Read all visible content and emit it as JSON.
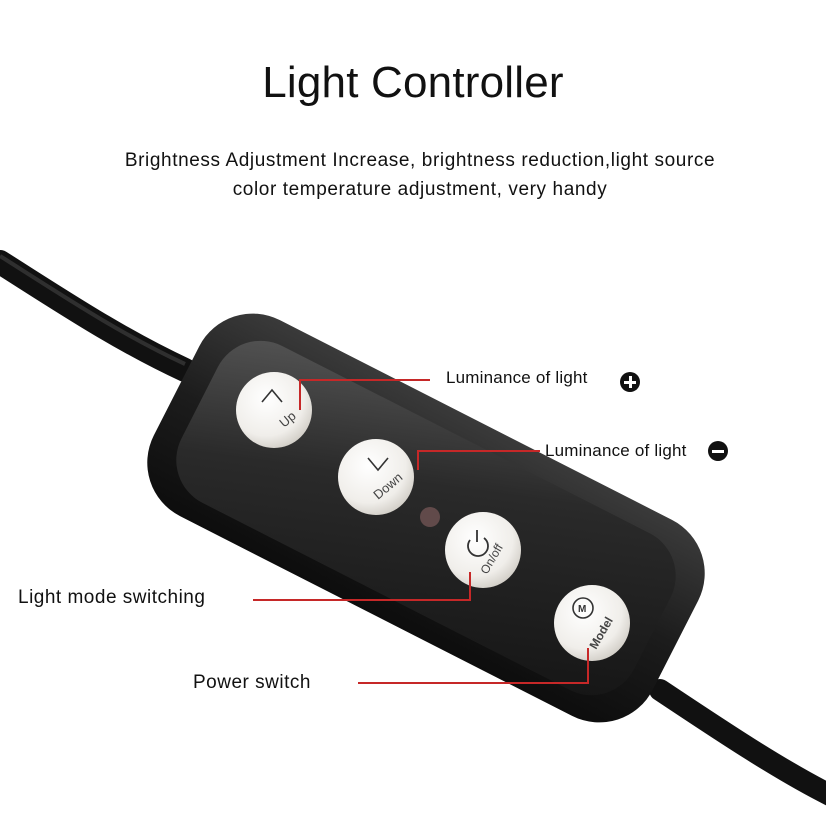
{
  "heading": {
    "title": "Light Controller",
    "subtitle_line1": "Brightness Adjustment Increase, brightness reduction,light source",
    "subtitle_line2": "color temperature adjustment, very handy"
  },
  "buttons": {
    "up": "Up",
    "down": "Down",
    "onoff": "On/off",
    "model": "Model",
    "model_badge": "M"
  },
  "callouts": {
    "up": "Luminance of light",
    "down": "Luminance of light",
    "mode": "Light mode switching",
    "power": "Power switch"
  },
  "icons": {
    "up_sign": "plus-circle-icon",
    "down_sign": "minus-circle-icon",
    "power": "power-icon"
  },
  "colors": {
    "leader_line": "#c62828",
    "controller_body": "#1b1b1b",
    "button_face": "#f2f0ec"
  }
}
